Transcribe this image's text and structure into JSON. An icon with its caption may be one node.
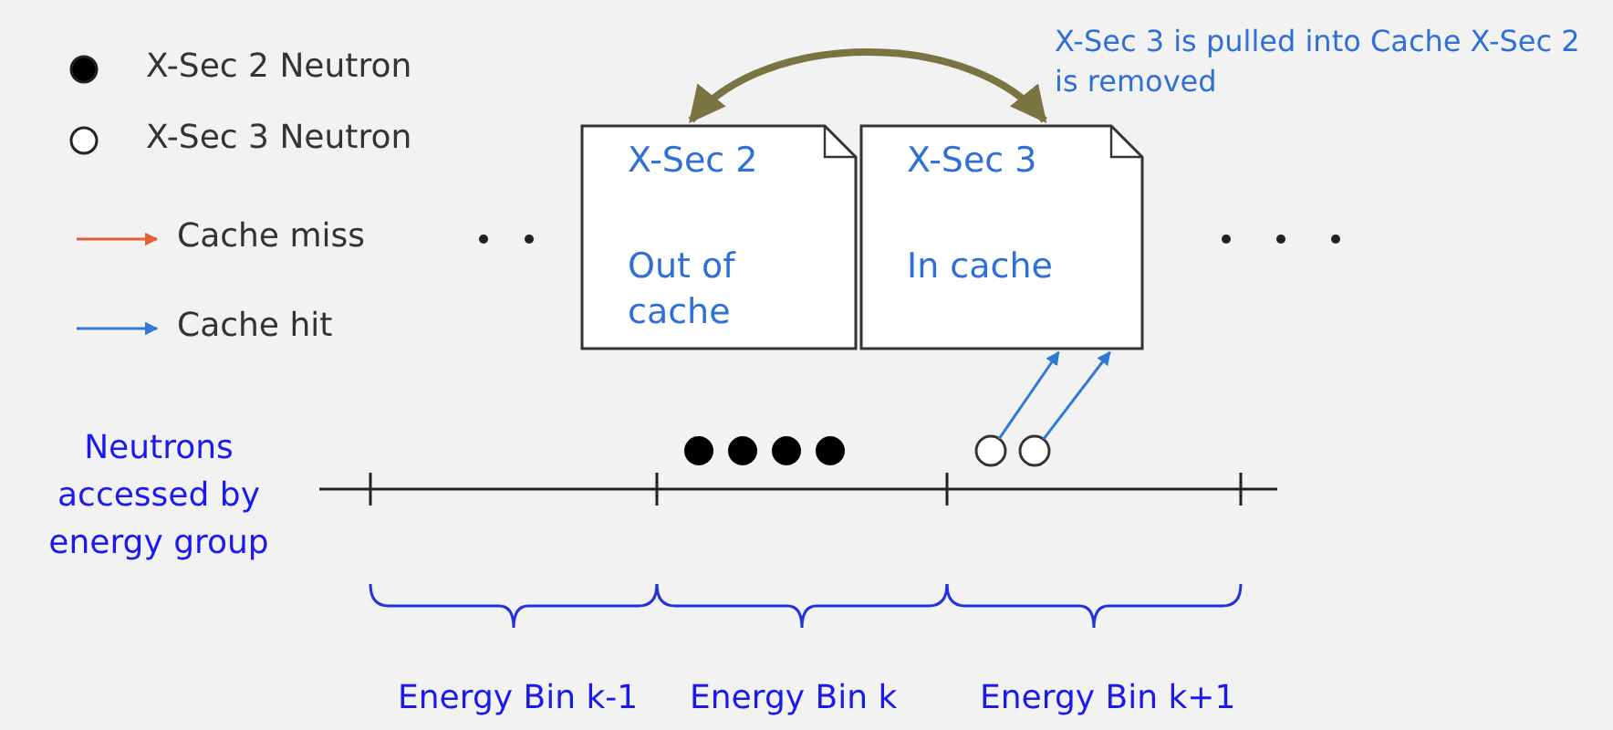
{
  "diagram": {
    "nodes": [
      {
        "text": [
          "X-Sec 2",
          "Out of cache"
        ]
      },
      {
        "text": [
          "X-Sec 3",
          "In cache"
        ]
      },
      {
        "text": [],
        "shape": "circle"
      },
      {
        "text": [],
        "shape": "circle"
      }
    ],
    "edges": [
      {
        "from": 0,
        "to": 1,
        "arrow": "both",
        "style": "thick",
        "color": "#7a7342"
      },
      {
        "from": 2,
        "to": 1,
        "arrow": "to"
      },
      {
        "from": 3,
        "to": 1,
        "arrow": "to"
      }
    ],
    "labels": [
      "X-Sec 3 is pulled into Cache X-Sec 2 is removed",
      "Neutrons accessed by energy group",
      "Energy Bin k-1",
      "Energy Bin k",
      "Energy Bin k+1"
    ],
    "legend": [
      {
        "text": "X-Sec 2 Neutron"
      },
      {
        "text": "X-Sec 3 Neutron"
      },
      {
        "text": "Cache miss"
      },
      {
        "text": "Cache hit"
      }
    ]
  }
}
